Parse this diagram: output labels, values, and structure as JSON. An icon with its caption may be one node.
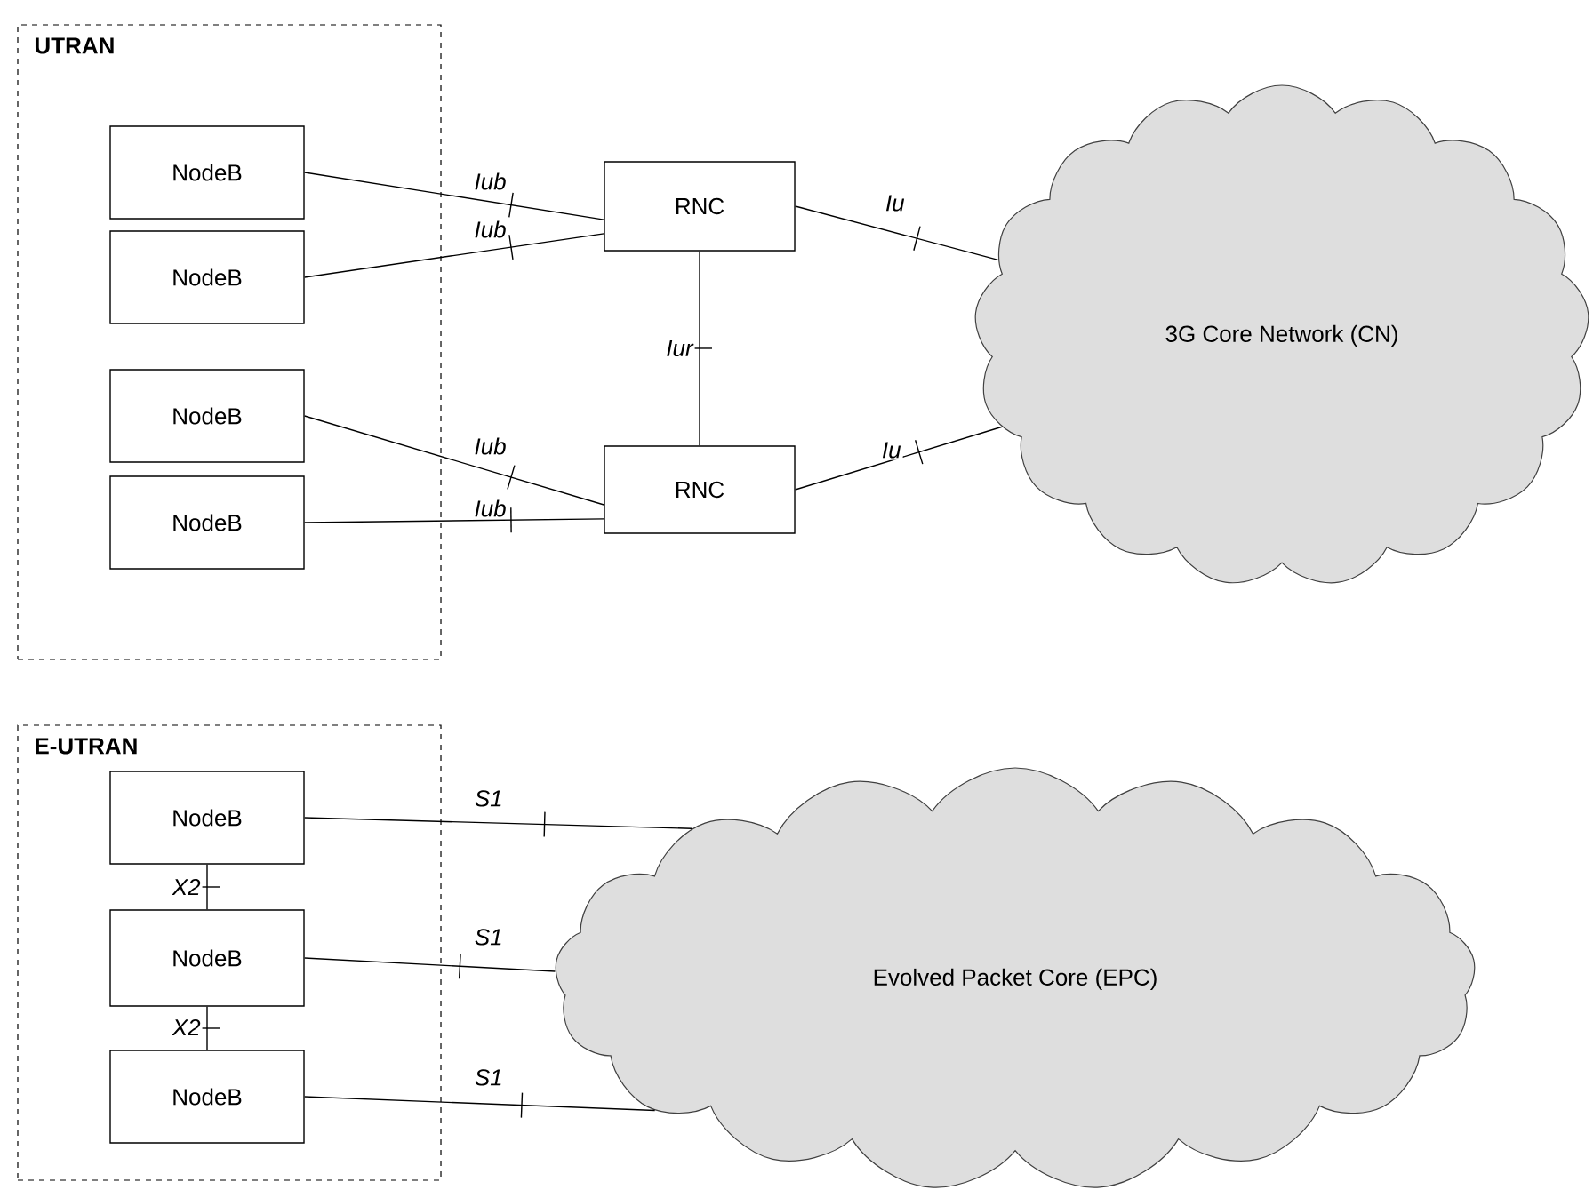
{
  "diagram": {
    "nodes": [
      {
        "text": [
          "UTRAN"
        ]
      },
      {
        "text": [
          "NodeB"
        ],
        "in": 0
      },
      {
        "text": [
          "NodeB"
        ],
        "in": 0
      },
      {
        "text": [
          "NodeB"
        ],
        "in": 0
      },
      {
        "text": [
          "NodeB"
        ],
        "in": 0
      },
      {
        "text": [
          "RNC"
        ]
      },
      {
        "text": [
          "RNC"
        ]
      },
      {
        "text": [
          "3G Core Network (CN)"
        ]
      },
      {
        "text": [
          "E-UTRAN"
        ]
      },
      {
        "text": [
          "NodeB"
        ],
        "in": 8
      },
      {
        "text": [
          "NodeB"
        ],
        "in": 8
      },
      {
        "text": [
          "NodeB"
        ],
        "in": 8
      },
      {
        "text": [
          "Evolved Packet Core (EPC)"
        ]
      }
    ],
    "edges": [
      {
        "from": 1,
        "to": 5,
        "arrow": "none",
        "label": "Iub"
      },
      {
        "from": 2,
        "to": 5,
        "arrow": "none",
        "label": "Iub"
      },
      {
        "from": 5,
        "to": 7,
        "arrow": "none",
        "label": "Iu"
      },
      {
        "from": 5,
        "to": 6,
        "arrow": "none",
        "label": "Iur"
      },
      {
        "from": 3,
        "to": 6,
        "arrow": "none",
        "label": "Iub"
      },
      {
        "from": 4,
        "to": 6,
        "arrow": "none",
        "label": "Iub"
      },
      {
        "from": 6,
        "to": 7,
        "arrow": "none",
        "label": "Iu"
      },
      {
        "from": 9,
        "to": 12,
        "arrow": "none",
        "label": "S1"
      },
      {
        "from": 9,
        "to": 10,
        "arrow": "none",
        "label": "X2"
      },
      {
        "from": 10,
        "to": 12,
        "arrow": "none",
        "label": "S1"
      },
      {
        "from": 10,
        "to": 11,
        "arrow": "none",
        "label": "X2"
      },
      {
        "from": 11,
        "to": 12,
        "arrow": "none",
        "label": "S1"
      }
    ]
  }
}
